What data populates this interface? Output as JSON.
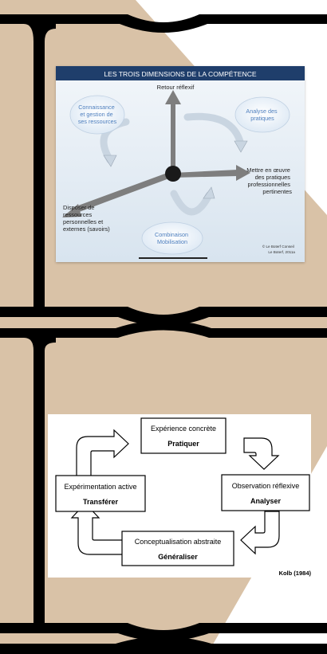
{
  "colors": {
    "beige": "#D9C2A7",
    "frame": "#000000",
    "diagram_header": "#1F3E6B",
    "diagram_bg": "#E6EEF6",
    "label_blue": "#4E7FBE",
    "arrow_gray": "#8A8A8A"
  },
  "diagram1": {
    "title": "LES TROIS DIMENSIONS DE LA COMPÉTENCE",
    "axis_top": "Retour réflexif",
    "bubble_left": [
      "Connaissance",
      "et gestion de",
      "ses ressources"
    ],
    "bubble_right": [
      "Analyse des",
      "pratiques"
    ],
    "label_right": [
      "Mettre en œuvre",
      "des pratiques",
      "professionnelles",
      "pertinentes"
    ],
    "label_left": [
      "Disposer de",
      "ressources",
      "personnelles et",
      "externes (savoirs)"
    ],
    "bubble_bottom": [
      "Combinaison",
      "Mobilisation"
    ],
    "credit": [
      "© Le Boterf Conseil",
      "Le Boterf, 2011a"
    ]
  },
  "diagram2": {
    "top": {
      "line1": "Expérience concrète",
      "line2": "Pratiquer"
    },
    "right": {
      "line1": "Observation réflexive",
      "line2": "Analyser"
    },
    "bottom": {
      "line1": "Conceptualisation abstraite",
      "line2": "Généraliser"
    },
    "left": {
      "line1": "Expérimentation active",
      "line2": "Transférer"
    },
    "source": "Kolb (1984)"
  }
}
